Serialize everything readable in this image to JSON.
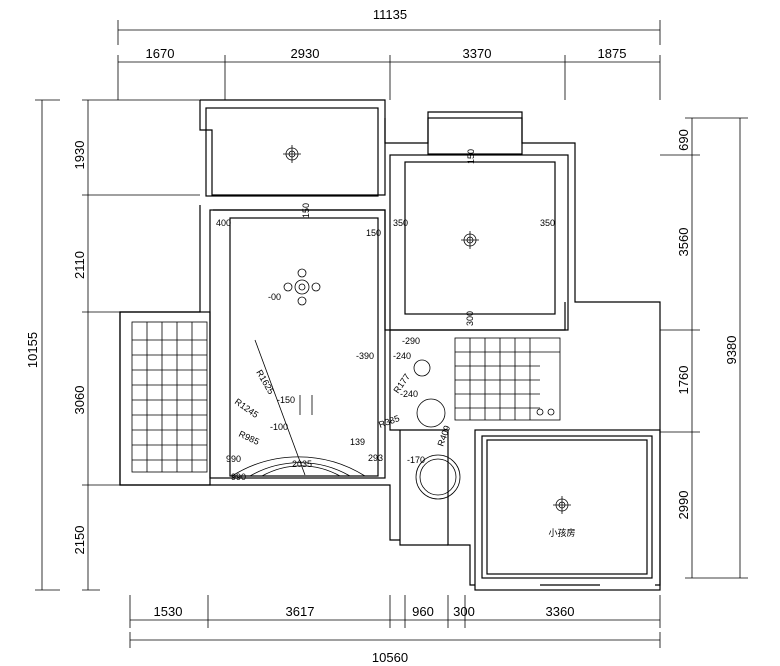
{
  "dimensions": {
    "top_total": "11135",
    "top": [
      "1670",
      "2930",
      "3370",
      "1875"
    ],
    "left_total": "10155",
    "left": [
      "1930",
      "2110",
      "3060",
      "2150"
    ],
    "right_total": "9380",
    "right": [
      "690",
      "3560",
      "1760",
      "2990"
    ],
    "bottom": [
      "1530",
      "3617",
      "960",
      "300",
      "3360"
    ],
    "bottom_total": "10560"
  },
  "annotations": {
    "living_400": "400",
    "living_150_top": "150",
    "living_150_right": "150",
    "bedroom_150_top": "150",
    "bedroom_350_left": "350",
    "bedroom_350_right": "350",
    "bedroom_300_bottom": "300",
    "level_00": "-00",
    "level_390": "-390",
    "level_290": "-290",
    "level_240a": "-240",
    "level_240b": "-240",
    "level_150": "-150",
    "level_100": "-100",
    "level_170": "-170",
    "r1625": "R1625",
    "r1245": "R1245",
    "r985": "R985",
    "r177": "R177",
    "r385": "R385",
    "r409": "R409",
    "d990a": "990",
    "d990b": "990",
    "d2035": "2035",
    "d139": "139",
    "d293": "293"
  },
  "rooms": {
    "small_bedroom": "小孩房"
  }
}
